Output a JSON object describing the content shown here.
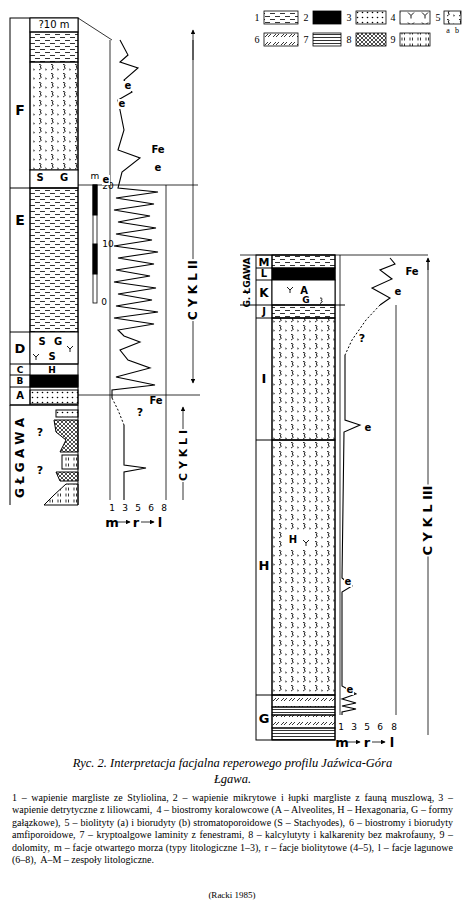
{
  "diagram": {
    "caption": "Ryc. 2. Interpretacja facjalna reperowego profilu Jaźwica-Góra Łgawa.",
    "labels": [
      "?10 m",
      "F",
      "E",
      "D",
      "C",
      "B",
      "A",
      "G Ł G A W A",
      "m",
      "20",
      "10",
      "0",
      "e",
      "e",
      "e",
      "Fe",
      "e",
      "Fe",
      "1",
      "3",
      "5",
      "6",
      "8",
      "m",
      "r",
      "l",
      "C Y K L I",
      "C Y K L II",
      "M",
      "L",
      "K",
      "J",
      "I",
      "H",
      "G",
      "G. ŁGAWA",
      "Fe",
      "e",
      "e",
      "e",
      "e",
      "?",
      "?",
      "?",
      "?",
      "1",
      "3",
      "5",
      "6",
      "8",
      "m",
      "r",
      "l",
      "C Y K L III",
      "S",
      "G",
      "S",
      "G",
      "S",
      "H",
      "H",
      "A",
      "G",
      "1",
      "2",
      "3",
      "4",
      "5",
      "6",
      "7",
      "8",
      "9",
      "a",
      "b",
      "(Racki 1985)"
    ],
    "legend": [
      {
        "text": "1 – wapienie margliste ze Styliolina,"
      },
      {
        "text": "2 – wapienie mikrytowe i łupki margliste z fauną muszlową,"
      },
      {
        "text": "3 – wapienie detrytyczne z liliowcami,"
      },
      {
        "text": "4 – biostromy koralowcowe (A – Alveolites, H – Hexagonaria, G – formy gałązkowe),"
      },
      {
        "text": "5 – biolityty (a) i biorudyty (b) stromatoporoidowe (S – Stachyodes),"
      },
      {
        "text": "6 – biostromy i biorudyty amfiporoidowe,"
      },
      {
        "text": "7 – kryptoalgowe laminity z fenestrami,"
      },
      {
        "text": "8 – kalcylutyty i kalkarenity bez makrofauny,"
      },
      {
        "text": "9 – dolomity,"
      },
      {
        "text": "m – facje otwartego morza (typy litologiczne 1–3),"
      },
      {
        "text": "r – facje biolitytowe (4–5),"
      },
      {
        "text": "l – facje lagunowe (6–8),"
      },
      {
        "text": "A–M – zespoły litologiczne."
      }
    ]
  }
}
